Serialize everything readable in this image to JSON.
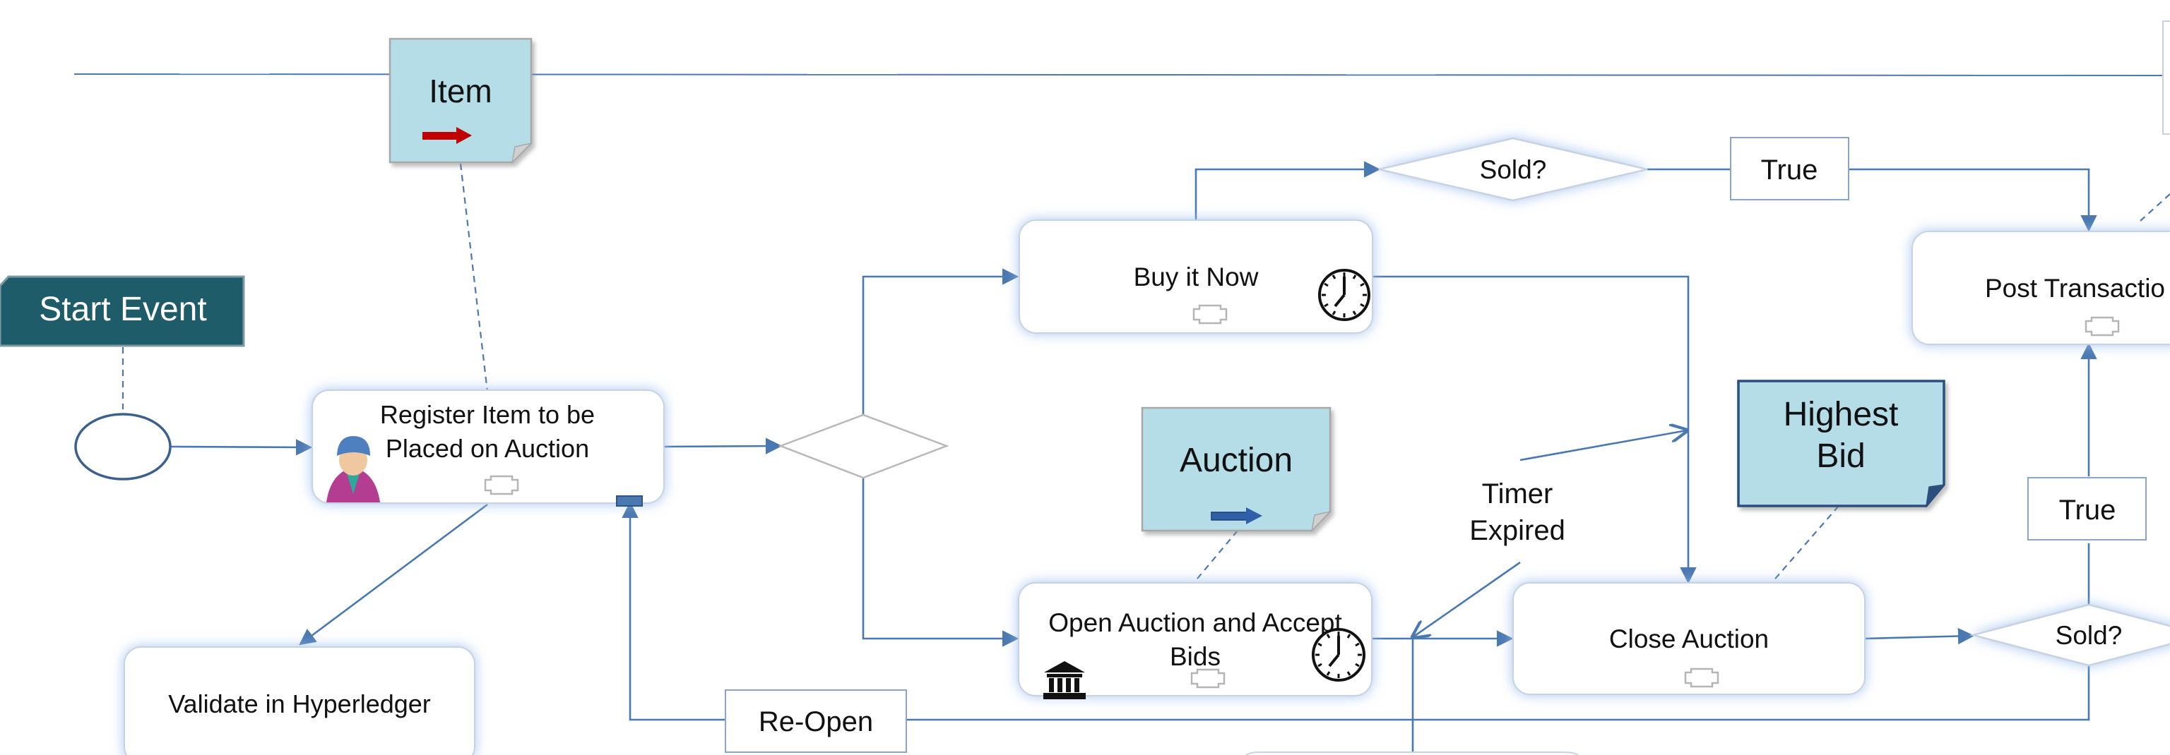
{
  "colors": {
    "connector": "#4a78b0",
    "artifact_fill": "#b5dde8",
    "start_event_fill": "#1f5c6a",
    "arrow_red": "#c00000",
    "glow": "#a8c6f0"
  },
  "nodes": {
    "start_event": "Start Event",
    "item": "Item",
    "register": [
      "Register Item to be",
      "Placed on Auction"
    ],
    "validate": "Validate in Hyperledger",
    "buy_it_now": "Buy it Now",
    "sold_top": "Sold?",
    "true_top": "True",
    "post_transaction": "Post Transactio",
    "auction": "Auction",
    "open_auction": [
      "Open Auction and Accept",
      "Bids"
    ],
    "timer_expired": [
      "Timer",
      "Expired"
    ],
    "highest_bid": [
      "Highest",
      "Bid"
    ],
    "close_auction": "Close Auction",
    "true_right": "True",
    "sold_bottom": "Sold?",
    "re_open": "Re-Open"
  },
  "icons": [
    "red-arrow-icon",
    "clock-icon",
    "subprocess-marker-icon",
    "user-icon",
    "bank-icon",
    "blue-arrow-icon"
  ]
}
